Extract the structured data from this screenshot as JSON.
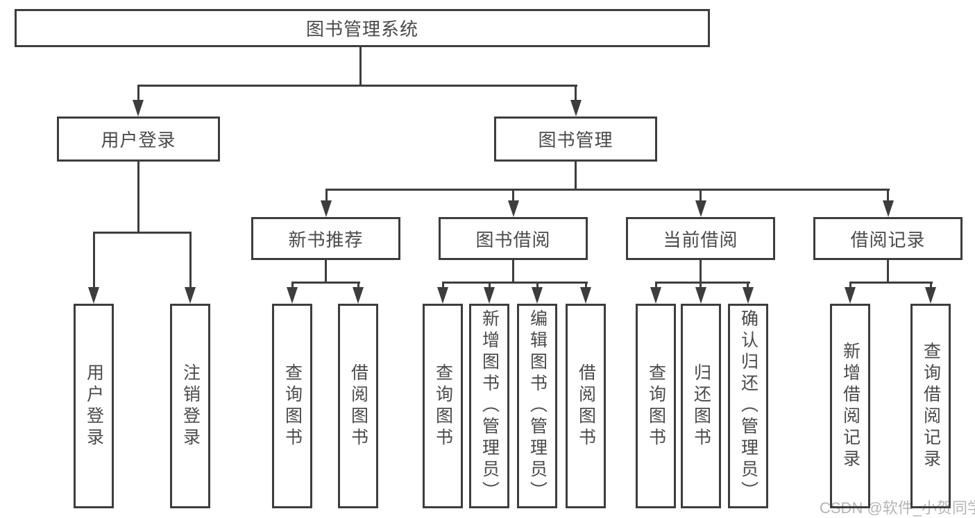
{
  "diagram": {
    "root": {
      "label": "图书管理系统",
      "children": [
        {
          "label": "用户登录",
          "children": [
            {
              "label": "用户登录"
            },
            {
              "label": "注销登录"
            }
          ]
        },
        {
          "label": "图书管理",
          "children": [
            {
              "label": "新书推荐",
              "children": [
                {
                  "label": "查询图书"
                },
                {
                  "label": "借阅图书"
                }
              ]
            },
            {
              "label": "图书借阅",
              "children": [
                {
                  "label": "查询图书"
                },
                {
                  "label": "新增图书（管理员）"
                },
                {
                  "label": "编辑图书（管理员）"
                },
                {
                  "label": "借阅图书"
                }
              ]
            },
            {
              "label": "当前借阅",
              "children": [
                {
                  "label": "查询图书"
                },
                {
                  "label": "归还图书"
                },
                {
                  "label": "确认归还（管理员）"
                }
              ]
            },
            {
              "label": "借阅记录",
              "children": [
                {
                  "label": "新增借阅记录"
                },
                {
                  "label": "查询借阅记录"
                }
              ]
            }
          ]
        }
      ]
    }
  },
  "watermark": "CSDN @软件_小贺同学",
  "colors": {
    "line": "#3d3d3d",
    "text": "#4a4a4a",
    "watermark": "#b5b5b5",
    "background": "#ffffff"
  }
}
